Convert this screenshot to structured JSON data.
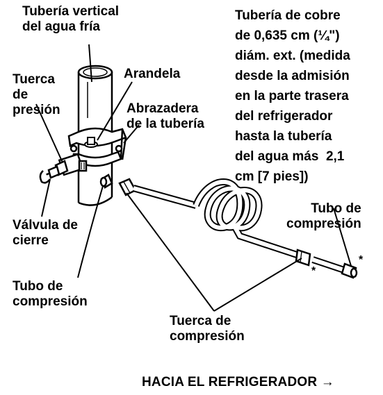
{
  "labels": {
    "vertical_pipe": "Tubería vertical\ndel agua fría",
    "washer": "Arandela",
    "packing_nut": "Tuerca\nde\npresión",
    "pipe_clamp": "Abrazadera\nde la tubería",
    "copper_tubing": "Tubería de cobre\nde 0,635 cm (¼\")\ndiám. ext. (medida\ndesde la admisión\nen la parte trasera\ndel refrigerador\nhasta la tubería\ndel agua más  2,1\ncm [7 pies])",
    "shutoff_valve": "Válvula de\ncierre",
    "compression_sleeve_left": "Tubo de\ncompresión",
    "compression_sleeve_right": "Tubo de\ncompresión",
    "compression_nut": "Tuerca de\ncompresión",
    "asterisk_1": "*",
    "asterisk_2": "*"
  },
  "footer": "HACIA EL REFRIGERADOR →"
}
